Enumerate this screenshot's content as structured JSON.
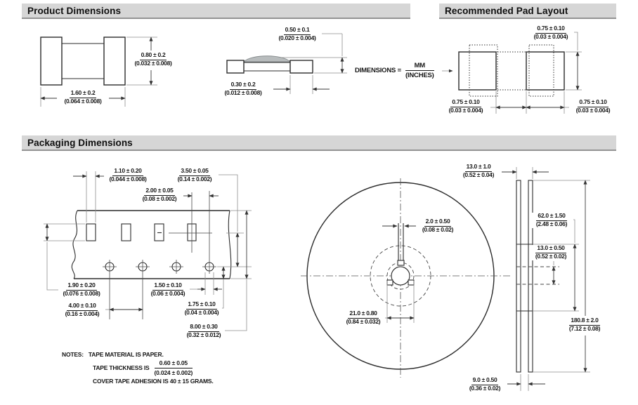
{
  "header": {
    "product": "Product Dimensions",
    "pad": "Recommended Pad Layout",
    "packaging": "Packaging Dimensions"
  },
  "units": {
    "prefix": "DIMENSIONS =",
    "mm": "MM",
    "inches": "(INCHES)"
  },
  "colors": {
    "header_bg": "#d6d6d6",
    "line": "#2b2b2b",
    "dome_fill": "#b8bcbd"
  },
  "product_front": {
    "height": {
      "mm": "0.80 ± 0.2",
      "in": "(0.032 ± 0.008)"
    },
    "width": {
      "mm": "1.60 ± 0.2",
      "in": "(0.064 ± 0.008)"
    }
  },
  "product_side": {
    "overall_height": {
      "mm": "0.50 ± 0.1",
      "in": "(0.020 ± 0.004)"
    },
    "terminal_width": {
      "mm": "0.30 ± 0.2",
      "in": "(0.012 ± 0.008)"
    }
  },
  "pad_layout": {
    "pad_height": {
      "mm": "0.75 ± 0.10",
      "in": "(0.03 ± 0.004)"
    },
    "left_pad_width": {
      "mm": "0.75 ± 0.10",
      "in": "(0.03 ± 0.004)"
    },
    "right_pad_width": {
      "mm": "0.75 ± 0.10",
      "in": "(0.03 ± 0.004)"
    }
  },
  "tape": {
    "pocket_width": {
      "mm": "1.10 ± 0.20",
      "in": "(0.044 ± 0.008)"
    },
    "pocket_to_hole_cl": {
      "mm": "3.50 ± 0.05",
      "in": "(0.14 ± 0.002)"
    },
    "hole_offset": {
      "mm": "2.00 ± 0.05",
      "in": "(0.08 ± 0.002)"
    },
    "pocket_length": {
      "mm": "1.90 ± 0.20",
      "in": "(0.076 ± 0.008)"
    },
    "hole_pitch": {
      "mm": "4.00 ± 0.10",
      "in": "(0.16 ± 0.004)"
    },
    "hole_dia": {
      "mm": "1.50 ± 0.10",
      "in": "(0.06 ± 0.004)"
    },
    "edge_to_hole": {
      "mm": "1.75 ± 0.10",
      "in": "(0.04 ± 0.004)"
    },
    "tape_width": {
      "mm": "8.00 ± 0.30",
      "in": "(0.32 ± 0.012)"
    }
  },
  "notes": {
    "label": "NOTES:",
    "material": "TAPE MATERIAL IS PAPER.",
    "thickness_prefix": "TAPE THICKNESS IS",
    "thickness": {
      "mm": "0.60 ± 0.05",
      "in": "(0.024 ± 0.002)"
    },
    "adhesion": "COVER TAPE ADHESION IS 40 ± 15 GRAMS."
  },
  "reel": {
    "overall_width": {
      "mm": "13.0 ± 1.0",
      "in": "(0.52 ± 0.04)"
    },
    "slot_width": {
      "mm": "2.0 ± 0.50",
      "in": "(0.08 ± 0.02)"
    },
    "hub_dia": {
      "mm": "21.0 ± 0.80",
      "in": "(0.84 ± 0.032)"
    },
    "hub_od": {
      "mm": "62.0 ± 1.50",
      "in": "(2.48 ± 0.06)"
    },
    "tape_zone": {
      "mm": "13.0 ± 0.50",
      "in": "(0.52 ± 0.02)"
    },
    "reel_dia": {
      "mm": "180.8 ± 2.0",
      "in": "(7.12 ± 0.08)"
    },
    "inner_width": {
      "mm": "9.0 ± 0.50",
      "in": "(0.36 ± 0.02)"
    }
  }
}
